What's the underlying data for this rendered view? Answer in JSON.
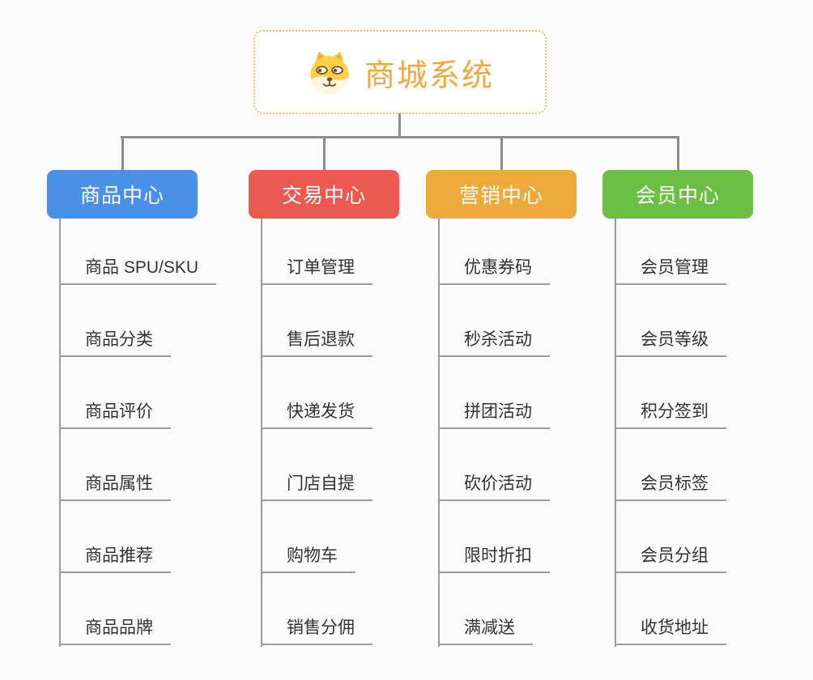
{
  "root": {
    "title": "商城系统",
    "icon": "doge-icon"
  },
  "branches": [
    {
      "label": "商品中心",
      "color": "#4a8fe8",
      "children": [
        "商品 SPU/SKU",
        "商品分类",
        "商品评价",
        "商品属性",
        "商品推荐",
        "商品品牌"
      ]
    },
    {
      "label": "交易中心",
      "color": "#ea5a50",
      "children": [
        "订单管理",
        "售后退款",
        "快递发货",
        "门店自提",
        "购物车",
        "销售分佣"
      ]
    },
    {
      "label": "营销中心",
      "color": "#ebaa3a",
      "children": [
        "优惠券码",
        "秒杀活动",
        "拼团活动",
        "砍价活动",
        "限时折扣",
        "满减送"
      ]
    },
    {
      "label": "会员中心",
      "color": "#6cbe45",
      "children": [
        "会员管理",
        "会员等级",
        "积分签到",
        "会员标签",
        "会员分组",
        "收货地址"
      ]
    }
  ],
  "colors": {
    "background": "#fafafa",
    "connector": "#8c8c8c",
    "leaf_line": "#9c9c9c",
    "leaf_text": "#333333",
    "root_text": "#f0a843",
    "root_border": "#f3bd6b"
  }
}
